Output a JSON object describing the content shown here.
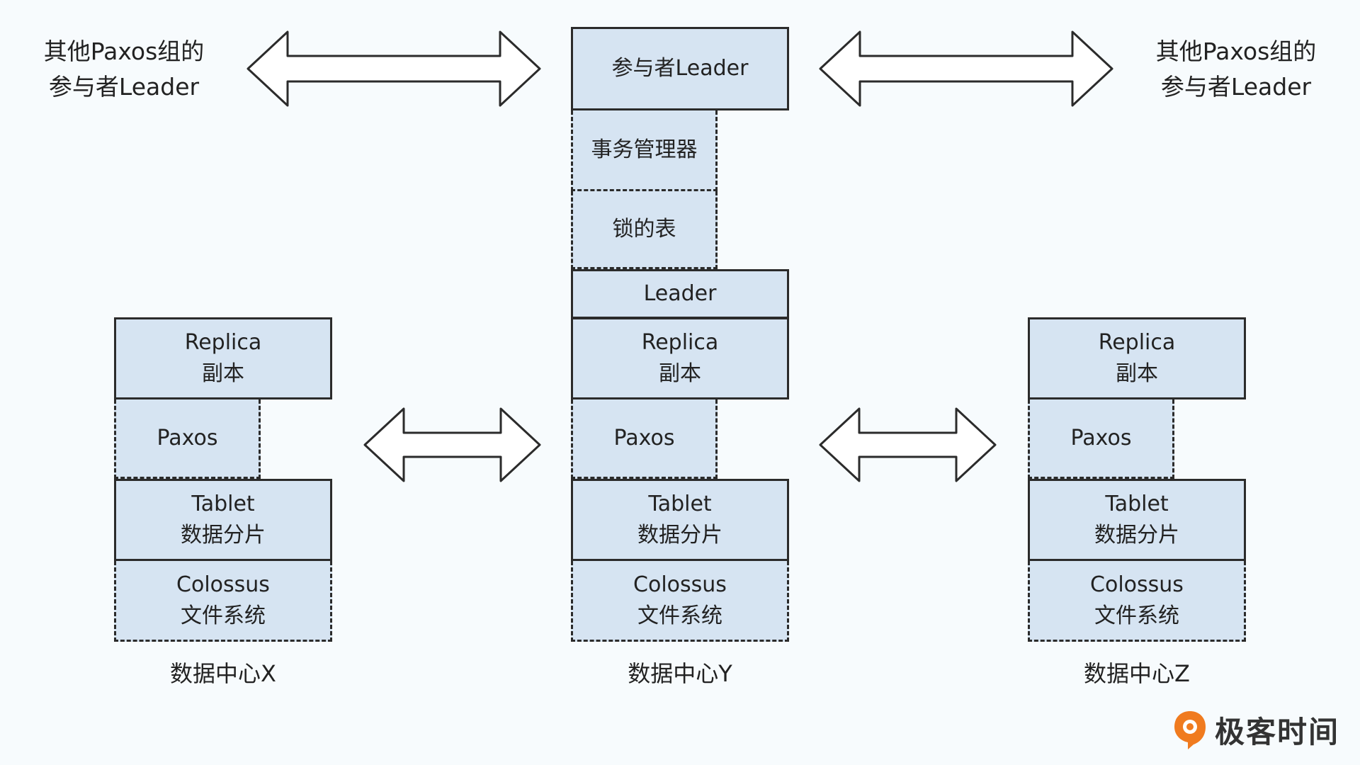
{
  "top_left_label": {
    "line1": "其他Paxos组的",
    "line2": "参与者Leader"
  },
  "top_right_label": {
    "line1": "其他Paxos组的",
    "line2": "参与者Leader"
  },
  "center_stack": {
    "participant_leader": "参与者Leader",
    "transaction_manager": "事务管理器",
    "lock_table": "锁的表",
    "leader": "Leader"
  },
  "datacenters": [
    {
      "replica": "Replica",
      "replica_cn": "副本",
      "paxos": "Paxos",
      "tablet": "Tablet",
      "tablet_cn": "数据分片",
      "colossus": "Colossus",
      "colossus_cn": "文件系统",
      "name": "数据中心X"
    },
    {
      "replica": "Replica",
      "replica_cn": "副本",
      "paxos": "Paxos",
      "tablet": "Tablet",
      "tablet_cn": "数据分片",
      "colossus": "Colossus",
      "colossus_cn": "文件系统",
      "name": "数据中心Y"
    },
    {
      "replica": "Replica",
      "replica_cn": "副本",
      "paxos": "Paxos",
      "tablet": "Tablet",
      "tablet_cn": "数据分片",
      "colossus": "Colossus",
      "colossus_cn": "文件系统",
      "name": "数据中心Z"
    }
  ],
  "brand": {
    "name": "极客时间",
    "accent": "#F07B1F"
  },
  "colors": {
    "box_fill": "#D6E4F2",
    "border": "#2B2B2B",
    "background": "#F7FBFD"
  }
}
